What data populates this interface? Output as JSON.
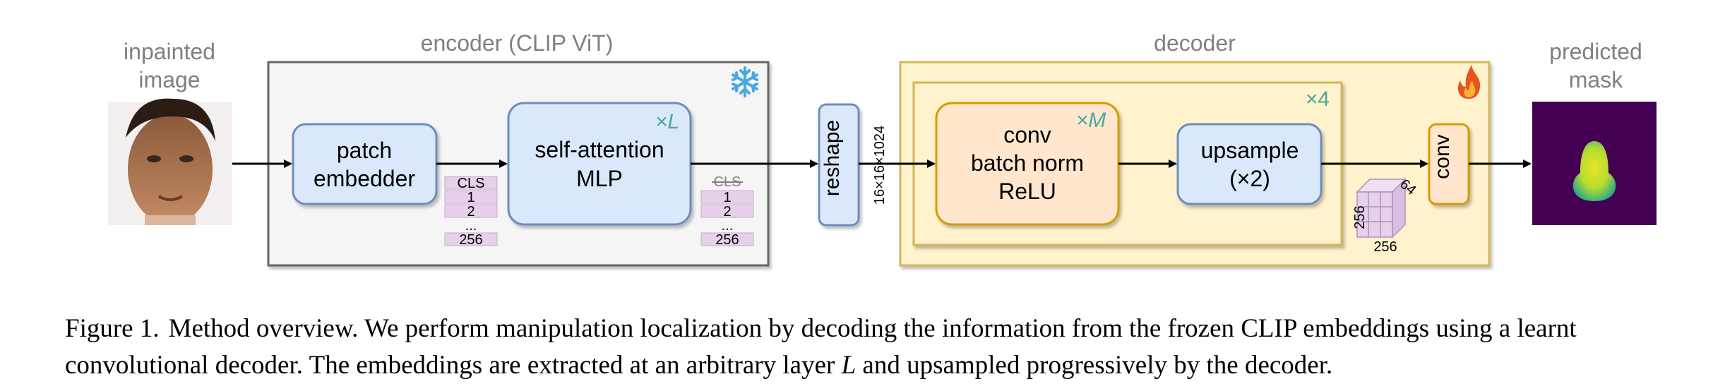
{
  "figure": {
    "input_label": [
      "inpainted",
      "image"
    ],
    "output_label": [
      "predicted",
      "mask"
    ],
    "encoder": {
      "title": "encoder (CLIP ViT)",
      "patch_embedder": [
        "patch",
        "embedder"
      ],
      "attention_block": [
        "self-attention",
        "MLP"
      ],
      "repeat": "×L",
      "tokens_in": [
        "CLS",
        "1",
        "2",
        "...",
        "256"
      ],
      "tokens_out": [
        "CLS",
        "1",
        "2",
        "...",
        "256"
      ]
    },
    "reshape": {
      "label": "reshape",
      "shape": "16×16×1024"
    },
    "decoder": {
      "title": "decoder",
      "outer_repeat": "×4",
      "conv_block": [
        "conv",
        "batch norm",
        "ReLU"
      ],
      "conv_repeat": "×M",
      "upsample": [
        "upsample",
        "(×2)"
      ],
      "cube_labels": {
        "height": "256",
        "width": "256",
        "depth": "64"
      },
      "final_conv": "conv"
    },
    "icons": {
      "frozen": "snowflake-icon",
      "trainable": "fire-icon"
    },
    "colors": {
      "blue_fill": "#dbe8fb",
      "blue_stroke": "#6c8ebf",
      "orange_fill": "#ffe6cc",
      "orange_stroke": "#d79b00",
      "decoder_fill": "#fff2cc",
      "decoder_stroke": "#d6b656",
      "encoder_fill": "#f5f5f5",
      "encoder_stroke": "#666666",
      "token_fill": "#e6d0ea",
      "accent_teal": "#4aa89a"
    }
  },
  "caption": {
    "label": "Figure 1.",
    "part1": "Method overview. We perform manipulation localization by decoding the information from the frozen CLIP embeddings using a learnt convolutional decoder. The embeddings are extracted at an arbitrary layer",
    "var": "L",
    "part2": "and upsampled progressively by the decoder."
  }
}
